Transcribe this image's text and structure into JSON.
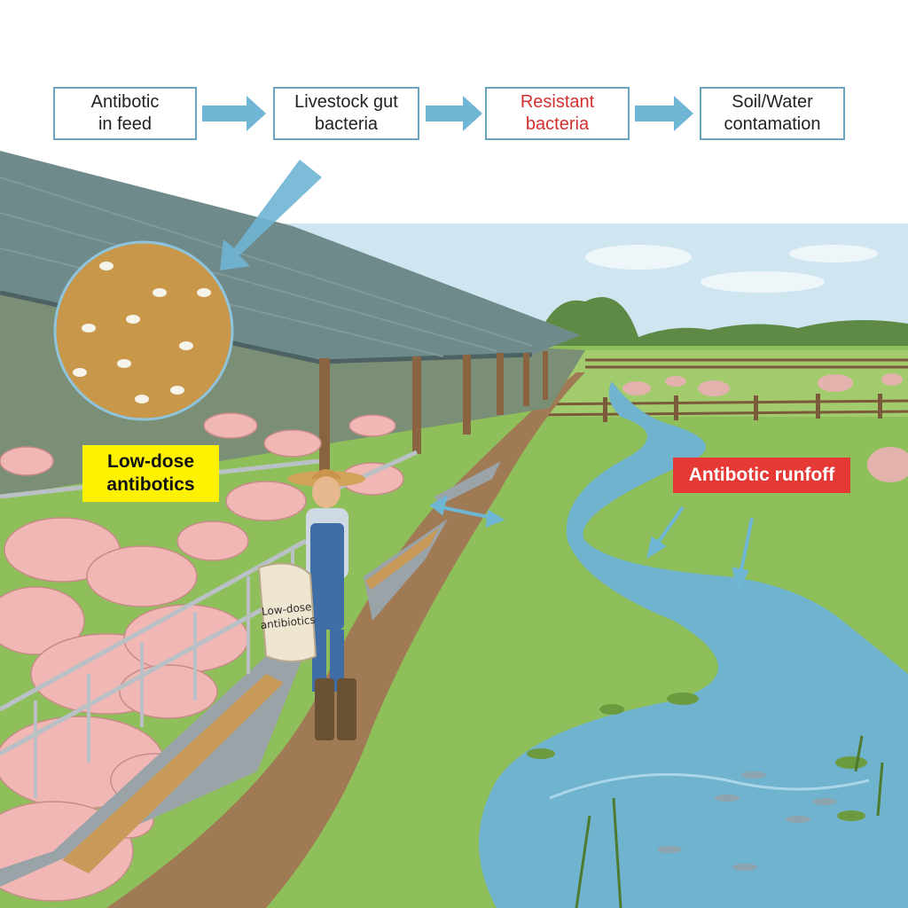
{
  "flow": {
    "steps": [
      {
        "label": "Antibotic\nin feed",
        "highlight": false
      },
      {
        "label": "Livestock gut\nbacteria",
        "highlight": false
      },
      {
        "label": "Resistant\nbacteria",
        "highlight": true
      },
      {
        "label": "Soil/Water\ncontamation",
        "highlight": false
      }
    ]
  },
  "labels": {
    "feed_callout": "Low-dose\nantibotics",
    "runoff_callout": "Antibotic runfoff",
    "sack_text": "Low-dose\nantibiotics"
  },
  "colors": {
    "flow_border": "#6aa3be",
    "flow_arrow": "#6fb5d4",
    "highlight_text": "#d32f2f",
    "yellow_label": "#fff200",
    "red_label": "#e53935",
    "sky": "#cfe6f1",
    "grass": "#8fbf5a",
    "water": "#6fb3cf",
    "roof": "#6f8a8a",
    "pig": "#f0b7b4",
    "soil": "#a07a54"
  }
}
